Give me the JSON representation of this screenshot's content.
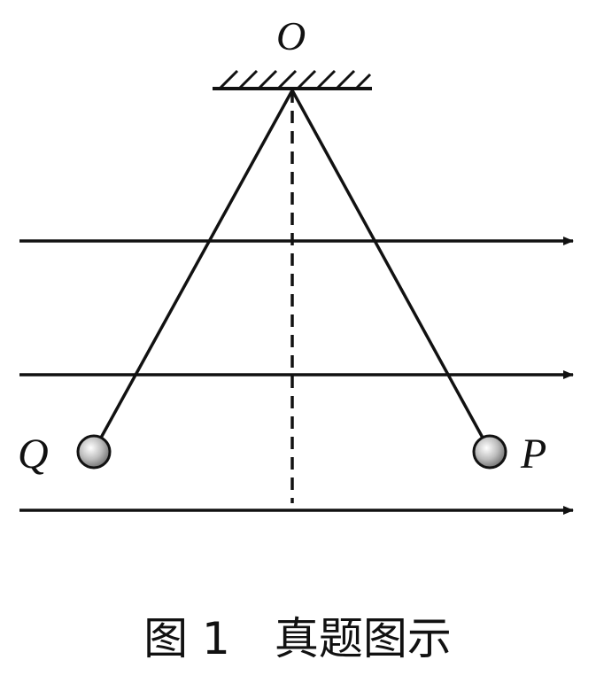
{
  "labels": {
    "pivot": "O",
    "ball_left": "Q",
    "ball_right": "P"
  },
  "caption": "图 1　真题图示",
  "colors": {
    "stroke": "#111111",
    "ball_fill": "#bdbdbd"
  }
}
